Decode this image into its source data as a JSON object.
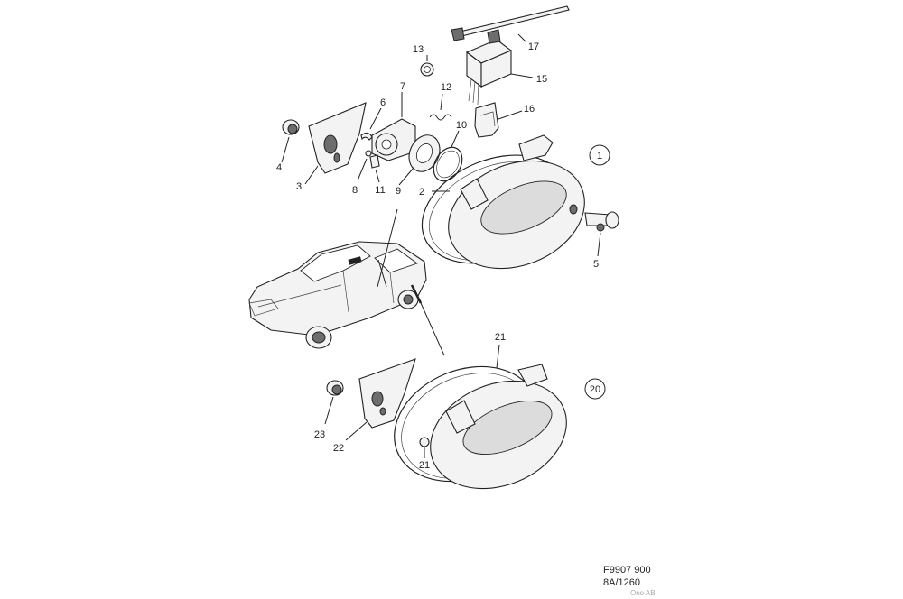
{
  "labels": {
    "l1": "1",
    "l2": "2",
    "l3": "3",
    "l4": "4",
    "l5": "5",
    "l6": "6",
    "l7": "7",
    "l8": "8",
    "l9": "9",
    "l10": "10",
    "l11": "11",
    "l12": "12",
    "l13": "13",
    "l15": "15",
    "l16": "16",
    "l17": "17",
    "l20": "20",
    "l21a": "21",
    "l21b": "21",
    "l22": "22",
    "l23": "23"
  },
  "footer": {
    "code1": "F9907 900",
    "code2": "8A/1260",
    "code3": "Ono AB"
  }
}
